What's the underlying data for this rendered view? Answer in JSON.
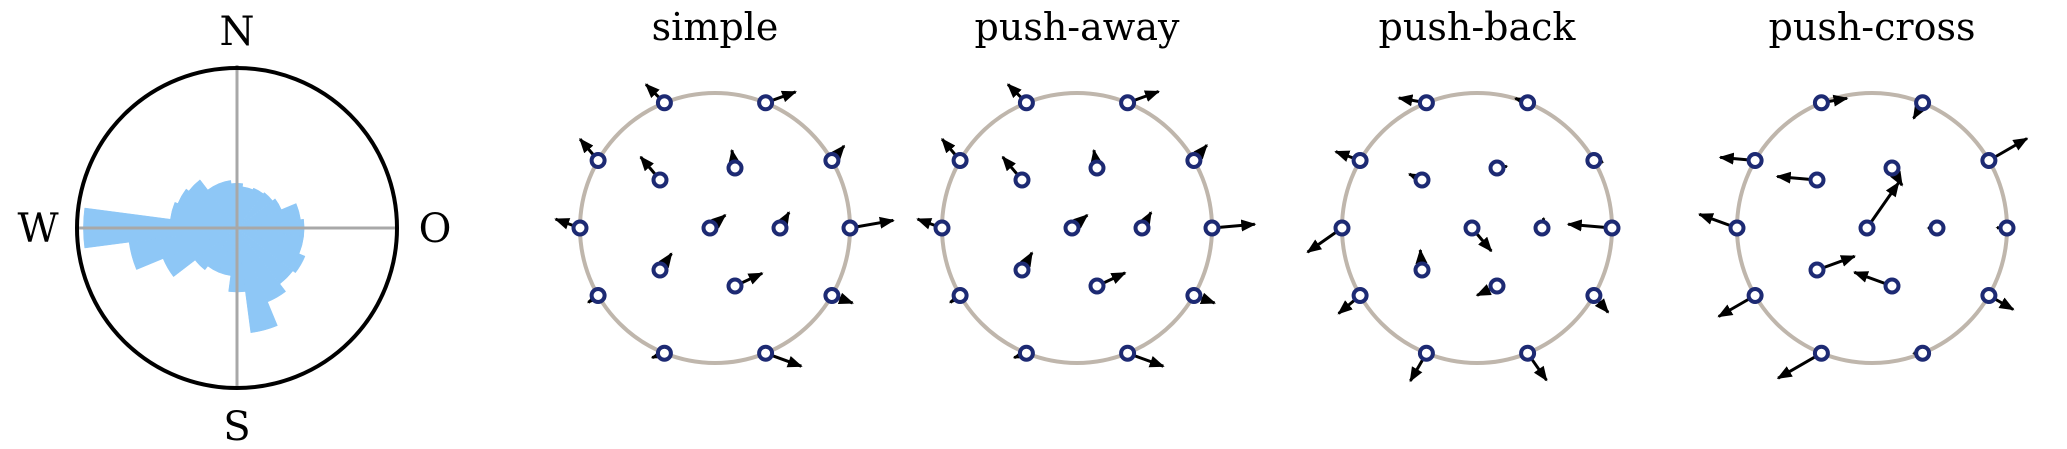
{
  "compass": {
    "north": "N",
    "south": "S",
    "west": "W",
    "east": "O",
    "rose_color": "#8ec7f6",
    "rose_sectors": [
      {
        "bearing_deg": 0,
        "length": 0.28
      },
      {
        "bearing_deg": 15,
        "length": 0.26
      },
      {
        "bearing_deg": 30,
        "length": 0.27
      },
      {
        "bearing_deg": 45,
        "length": 0.28
      },
      {
        "bearing_deg": 60,
        "length": 0.3
      },
      {
        "bearing_deg": 75,
        "length": 0.4
      },
      {
        "bearing_deg": 90,
        "length": 0.42
      },
      {
        "bearing_deg": 105,
        "length": 0.42
      },
      {
        "bearing_deg": 120,
        "length": 0.46
      },
      {
        "bearing_deg": 135,
        "length": 0.44
      },
      {
        "bearing_deg": 150,
        "length": 0.5
      },
      {
        "bearing_deg": 165,
        "length": 0.66
      },
      {
        "bearing_deg": 180,
        "length": 0.4
      },
      {
        "bearing_deg": 195,
        "length": 0.3
      },
      {
        "bearing_deg": 210,
        "length": 0.3
      },
      {
        "bearing_deg": 225,
        "length": 0.33
      },
      {
        "bearing_deg": 240,
        "length": 0.5
      },
      {
        "bearing_deg": 255,
        "length": 0.68
      },
      {
        "bearing_deg": 270,
        "length": 0.96
      },
      {
        "bearing_deg": 285,
        "length": 0.42
      },
      {
        "bearing_deg": 300,
        "length": 0.4
      },
      {
        "bearing_deg": 315,
        "length": 0.38
      },
      {
        "bearing_deg": 330,
        "length": 0.3
      },
      {
        "bearing_deg": 345,
        "length": 0.3
      }
    ]
  },
  "colors": {
    "ring": "#bfb6ac",
    "node": "#1d2a73",
    "arrow": "#000000",
    "axis": "#a8a8a8"
  },
  "panels": [
    {
      "title": "simple",
      "vectors": [
        {
          "dir_deg": 135,
          "len": 0.26
        },
        {
          "dir_deg": 20,
          "len": 0.32
        },
        {
          "dir_deg": 50,
          "len": 0.19
        },
        {
          "dir_deg": 10,
          "len": 0.44
        },
        {
          "dir_deg": -20,
          "len": 0.22
        },
        {
          "dir_deg": -20,
          "len": 0.38
        },
        {
          "dir_deg": 200,
          "len": 0.13
        },
        {
          "dir_deg": 215,
          "len": 0.12
        },
        {
          "dir_deg": 160,
          "len": 0.26
        },
        {
          "dir_deg": 130,
          "len": 0.28
        },
        {
          "dir_deg": 130,
          "len": 0.3
        },
        {
          "dir_deg": 100,
          "len": 0.18
        },
        {
          "dir_deg": 55,
          "len": 0.2
        },
        {
          "dir_deg": 25,
          "len": 0.3
        },
        {
          "dir_deg": 40,
          "len": 0.2
        },
        {
          "dir_deg": 60,
          "len": 0.18
        }
      ]
    },
    {
      "title": "push-away",
      "vectors": [
        {
          "dir_deg": 135,
          "len": 0.26
        },
        {
          "dir_deg": 20,
          "len": 0.33
        },
        {
          "dir_deg": 50,
          "len": 0.2
        },
        {
          "dir_deg": 5,
          "len": 0.43
        },
        {
          "dir_deg": -20,
          "len": 0.22
        },
        {
          "dir_deg": -20,
          "len": 0.38
        },
        {
          "dir_deg": 200,
          "len": 0.13
        },
        {
          "dir_deg": 215,
          "len": 0.12
        },
        {
          "dir_deg": 160,
          "len": 0.26
        },
        {
          "dir_deg": 130,
          "len": 0.28
        },
        {
          "dir_deg": 130,
          "len": 0.3
        },
        {
          "dir_deg": 100,
          "len": 0.18
        },
        {
          "dir_deg": 60,
          "len": 0.2
        },
        {
          "dir_deg": 25,
          "len": 0.31
        },
        {
          "dir_deg": 40,
          "len": 0.2
        },
        {
          "dir_deg": 60,
          "len": 0.18
        }
      ]
    },
    {
      "title": "push-back",
      "vectors": [
        {
          "dir_deg": 170,
          "len": 0.28
        },
        {
          "dir_deg": 160,
          "len": 0.13
        },
        {
          "dir_deg": -10,
          "len": 0.09
        },
        {
          "dir_deg": 175,
          "len": 0.44
        },
        {
          "dir_deg": -50,
          "len": 0.22
        },
        {
          "dir_deg": -55,
          "len": 0.33
        },
        {
          "dir_deg": 240,
          "len": 0.32
        },
        {
          "dir_deg": 220,
          "len": 0.28
        },
        {
          "dir_deg": 215,
          "len": 0.42
        },
        {
          "dir_deg": 160,
          "len": 0.26
        },
        {
          "dir_deg": 155,
          "len": 0.14
        },
        {
          "dir_deg": 10,
          "len": 0.1
        },
        {
          "dir_deg": 95,
          "len": 0.2
        },
        {
          "dir_deg": 205,
          "len": 0.22
        },
        {
          "dir_deg": -50,
          "len": 0.3
        },
        {
          "dir_deg": 80,
          "len": 0.1
        }
      ]
    },
    {
      "title": "push-cross",
      "vectors": [
        {
          "dir_deg": 10,
          "len": 0.26
        },
        {
          "dir_deg": 240,
          "len": 0.18
        },
        {
          "dir_deg": 30,
          "len": 0.44
        },
        {
          "dir_deg": 178,
          "len": 0.1
        },
        {
          "dir_deg": -30,
          "len": 0.28
        },
        {
          "dir_deg": 180,
          "len": 0.09
        },
        {
          "dir_deg": 210,
          "len": 0.5
        },
        {
          "dir_deg": 210,
          "len": 0.42
        },
        {
          "dir_deg": 160,
          "len": 0.4
        },
        {
          "dir_deg": 175,
          "len": 0.35
        },
        {
          "dir_deg": 175,
          "len": 0.4
        },
        {
          "dir_deg": -60,
          "len": 0.2
        },
        {
          "dir_deg": 20,
          "len": 0.4
        },
        {
          "dir_deg": 160,
          "len": 0.4
        },
        {
          "dir_deg": 55,
          "len": 0.55
        },
        {
          "dir_deg": 180,
          "len": 0.09
        }
      ]
    }
  ]
}
